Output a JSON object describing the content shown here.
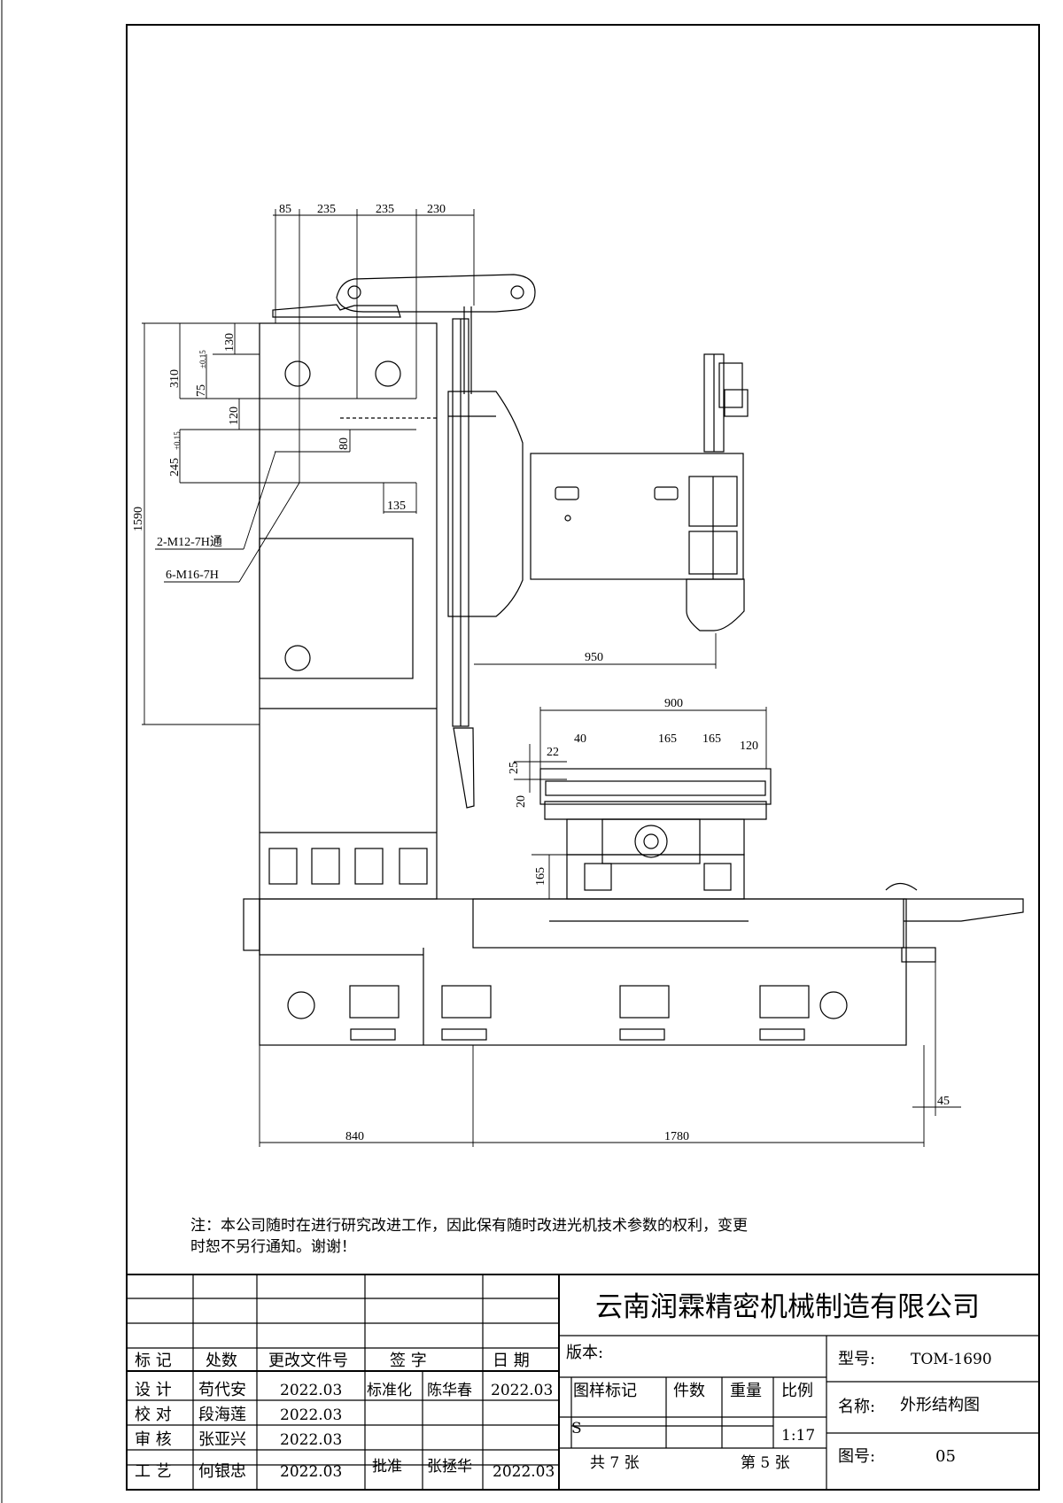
{
  "drawing": {
    "dimensions_top": [
      "85",
      "235",
      "235",
      "230"
    ],
    "dimensions_left": [
      "130",
      "310",
      "75",
      "±0.15",
      "120",
      "245",
      "±0.15",
      "80",
      "135",
      "1590"
    ],
    "callouts": [
      "2-M12-7H通",
      "6-M16-7H"
    ],
    "spindle_reach": "950",
    "table": {
      "width": "900",
      "slots": [
        "40",
        "22",
        "165",
        "165",
        "120"
      ],
      "heights": [
        "25",
        "20"
      ],
      "saddle": "165"
    },
    "base": {
      "left": "840",
      "right": "1780",
      "overhang": "45"
    }
  },
  "note": {
    "line1": "注：本公司随时在进行研究改进工作，因此保有随时改进光机技术参数的权利，变更",
    "line2": "时恕不另行通知。谢谢！"
  },
  "title_block": {
    "company": "云南润霖精密机械制造有限公司",
    "rev_headers": [
      "标 记",
      "处数",
      "更改文件号",
      "签 字",
      "日 期"
    ],
    "rows": [
      {
        "role": "设 计",
        "name": "苟代安",
        "date": "2022.03",
        "role2": "标准化",
        "name2": "陈华春",
        "date2": "2022.03"
      },
      {
        "role": "校 对",
        "name": "段海莲",
        "date": "2022.03"
      },
      {
        "role": "审 核",
        "name": "张亚兴",
        "date": "2022.03"
      },
      {
        "role": "工 艺",
        "name": "何银忠",
        "date": "2022.03",
        "role2": "批准",
        "name2": "张拯华",
        "date2": "2022.03"
      }
    ],
    "version_label": "版本:",
    "mark_label": "图样标记",
    "qty_label": "件数",
    "weight_label": "重量",
    "scale_label": "比例",
    "mark_value": "S",
    "scale_value": "1:17",
    "sheets_total": "共 7 张",
    "sheet_no": "第 5 张",
    "model_label": "型号:",
    "model_value": "TOM-1690",
    "name_label": "名称:",
    "name_value": "外形结构图",
    "drawing_no_label": "图号:",
    "drawing_no_value": "05"
  }
}
